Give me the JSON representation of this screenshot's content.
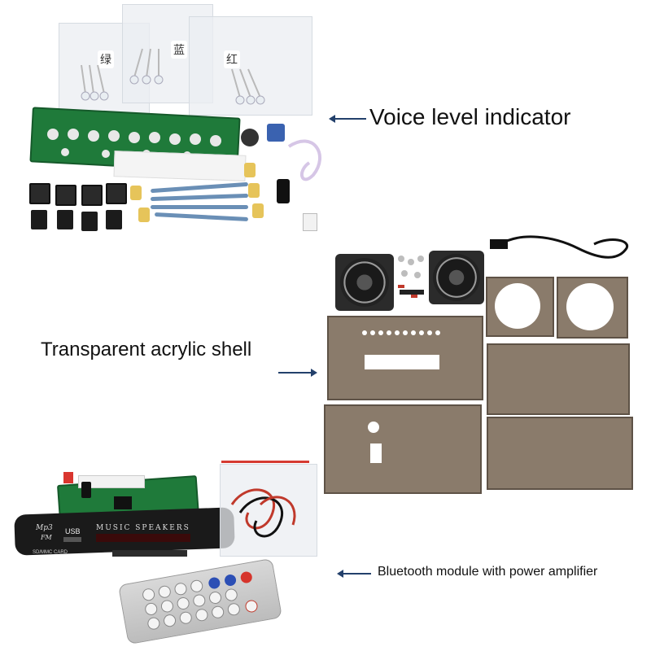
{
  "captions": {
    "voice_level": "Voice level indicator",
    "acrylic_shell": "Transparent acrylic shell",
    "bluetooth": "Bluetooth module with power amplifier"
  },
  "led_bags": {
    "green": "绿",
    "blue": "蓝",
    "red": "红"
  },
  "module_panel": {
    "mp3": "Mp3",
    "fm": "FM",
    "usb": "USB",
    "title": "MUSIC SPEAKERS",
    "card": "SD/MMC CARD"
  },
  "colors": {
    "arrow": "#23406b",
    "pcb_green": "#1f7a3a",
    "acrylic": "#8a7b6b"
  }
}
